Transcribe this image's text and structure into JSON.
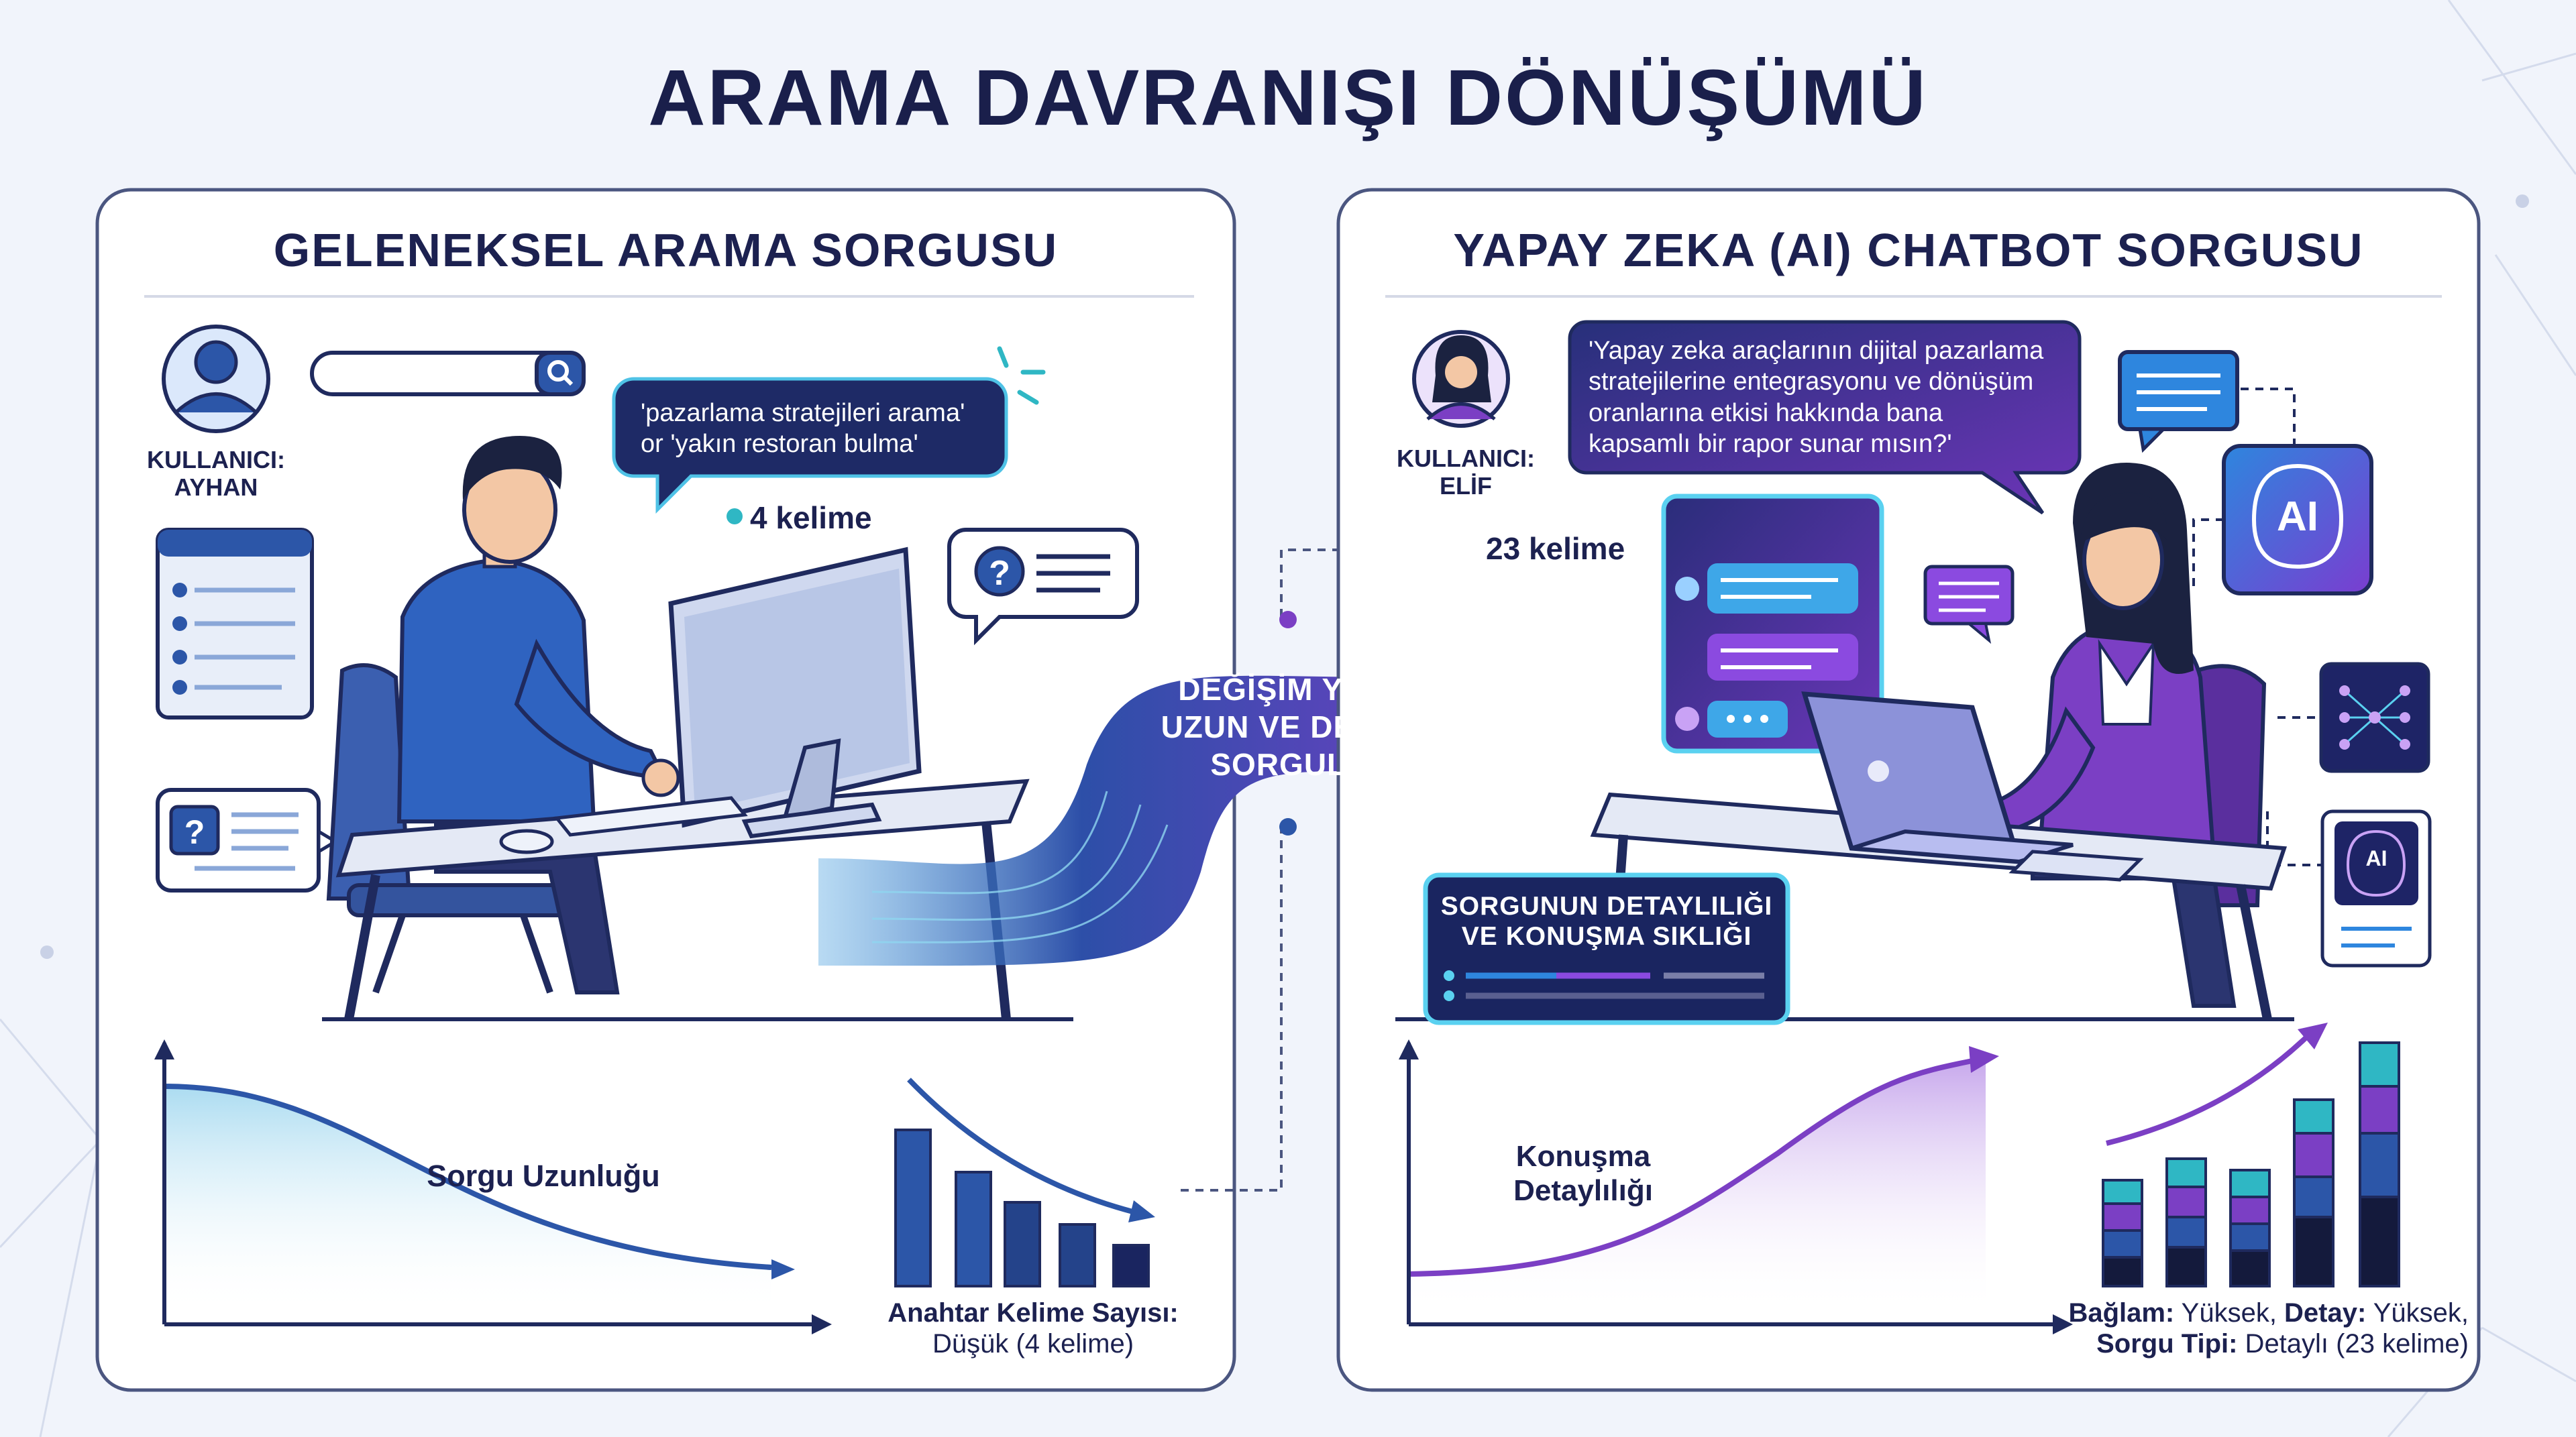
{
  "title": "ARAMA DAVRANIŞI DÖNÜŞÜMÜ",
  "left_panel": {
    "title": "GELENEKSEL ARAMA SORGUSU",
    "user_label_line1": "KULLANICI:",
    "user_label_line2": "AYHAN",
    "query_line1": "'pazarlama stratejileri arama'",
    "query_line2": "or 'yakın restoran bulma'",
    "word_count": "4 kelime",
    "curve_label": "Sorgu Uzunluğu",
    "bars_caption_line1": "Anahtar Kelime Sayısı:",
    "bars_caption_line2": "Düşük (4 kelime)"
  },
  "center": {
    "line1": "DEĞİŞİM YÖNÜ:",
    "line2": "UZUN VE DETAYLI",
    "line3": "SORGULAR"
  },
  "right_panel": {
    "title": "YAPAY ZEKA (AI) CHATBOT SORGUSU",
    "user_label_line1": "KULLANICI:",
    "user_label_line2": "ELİF",
    "query_line1": "'Yapay zeka araçlarının dijital pazarlama",
    "query_line2": "stratejilerine entegrasyonu ve dönüşüm",
    "query_line3": "oranlarına etkisi hakkında bana",
    "query_line4": "kapsamlı bir rapor sunar mısın?'",
    "word_count": "23 kelime",
    "ai_badge": "AI",
    "ai_badge_small": "AI",
    "detail_box_line1": "SORGUNUN DETAYLILIĞI",
    "detail_box_line2": "VE KONUŞMA SIKLIĞI",
    "curve_label_line1": "Konuşma",
    "curve_label_line2": "Detaylılığı",
    "caption_line1_bold_a": "Bağlam:",
    "caption_line1_a": " Yüksek, ",
    "caption_line1_bold_b": "Detay:",
    "caption_line1_b": " Yüksek,",
    "caption_line2_bold": "Sorgu Tipi:",
    "caption_line2": " Detaylı (23 kelime)"
  },
  "colors": {
    "navy": "#1a1f4b",
    "blue": "#2c56a8",
    "purple": "#7b3fc4",
    "teal": "#2fb7c4",
    "panel_border": "#4b5680"
  },
  "icons": [
    "user-avatar-icon",
    "search-icon",
    "question-icon",
    "ai-brain-icon",
    "neural-network-icon",
    "chat-icon",
    "laptop-icon",
    "monitor-icon"
  ]
}
